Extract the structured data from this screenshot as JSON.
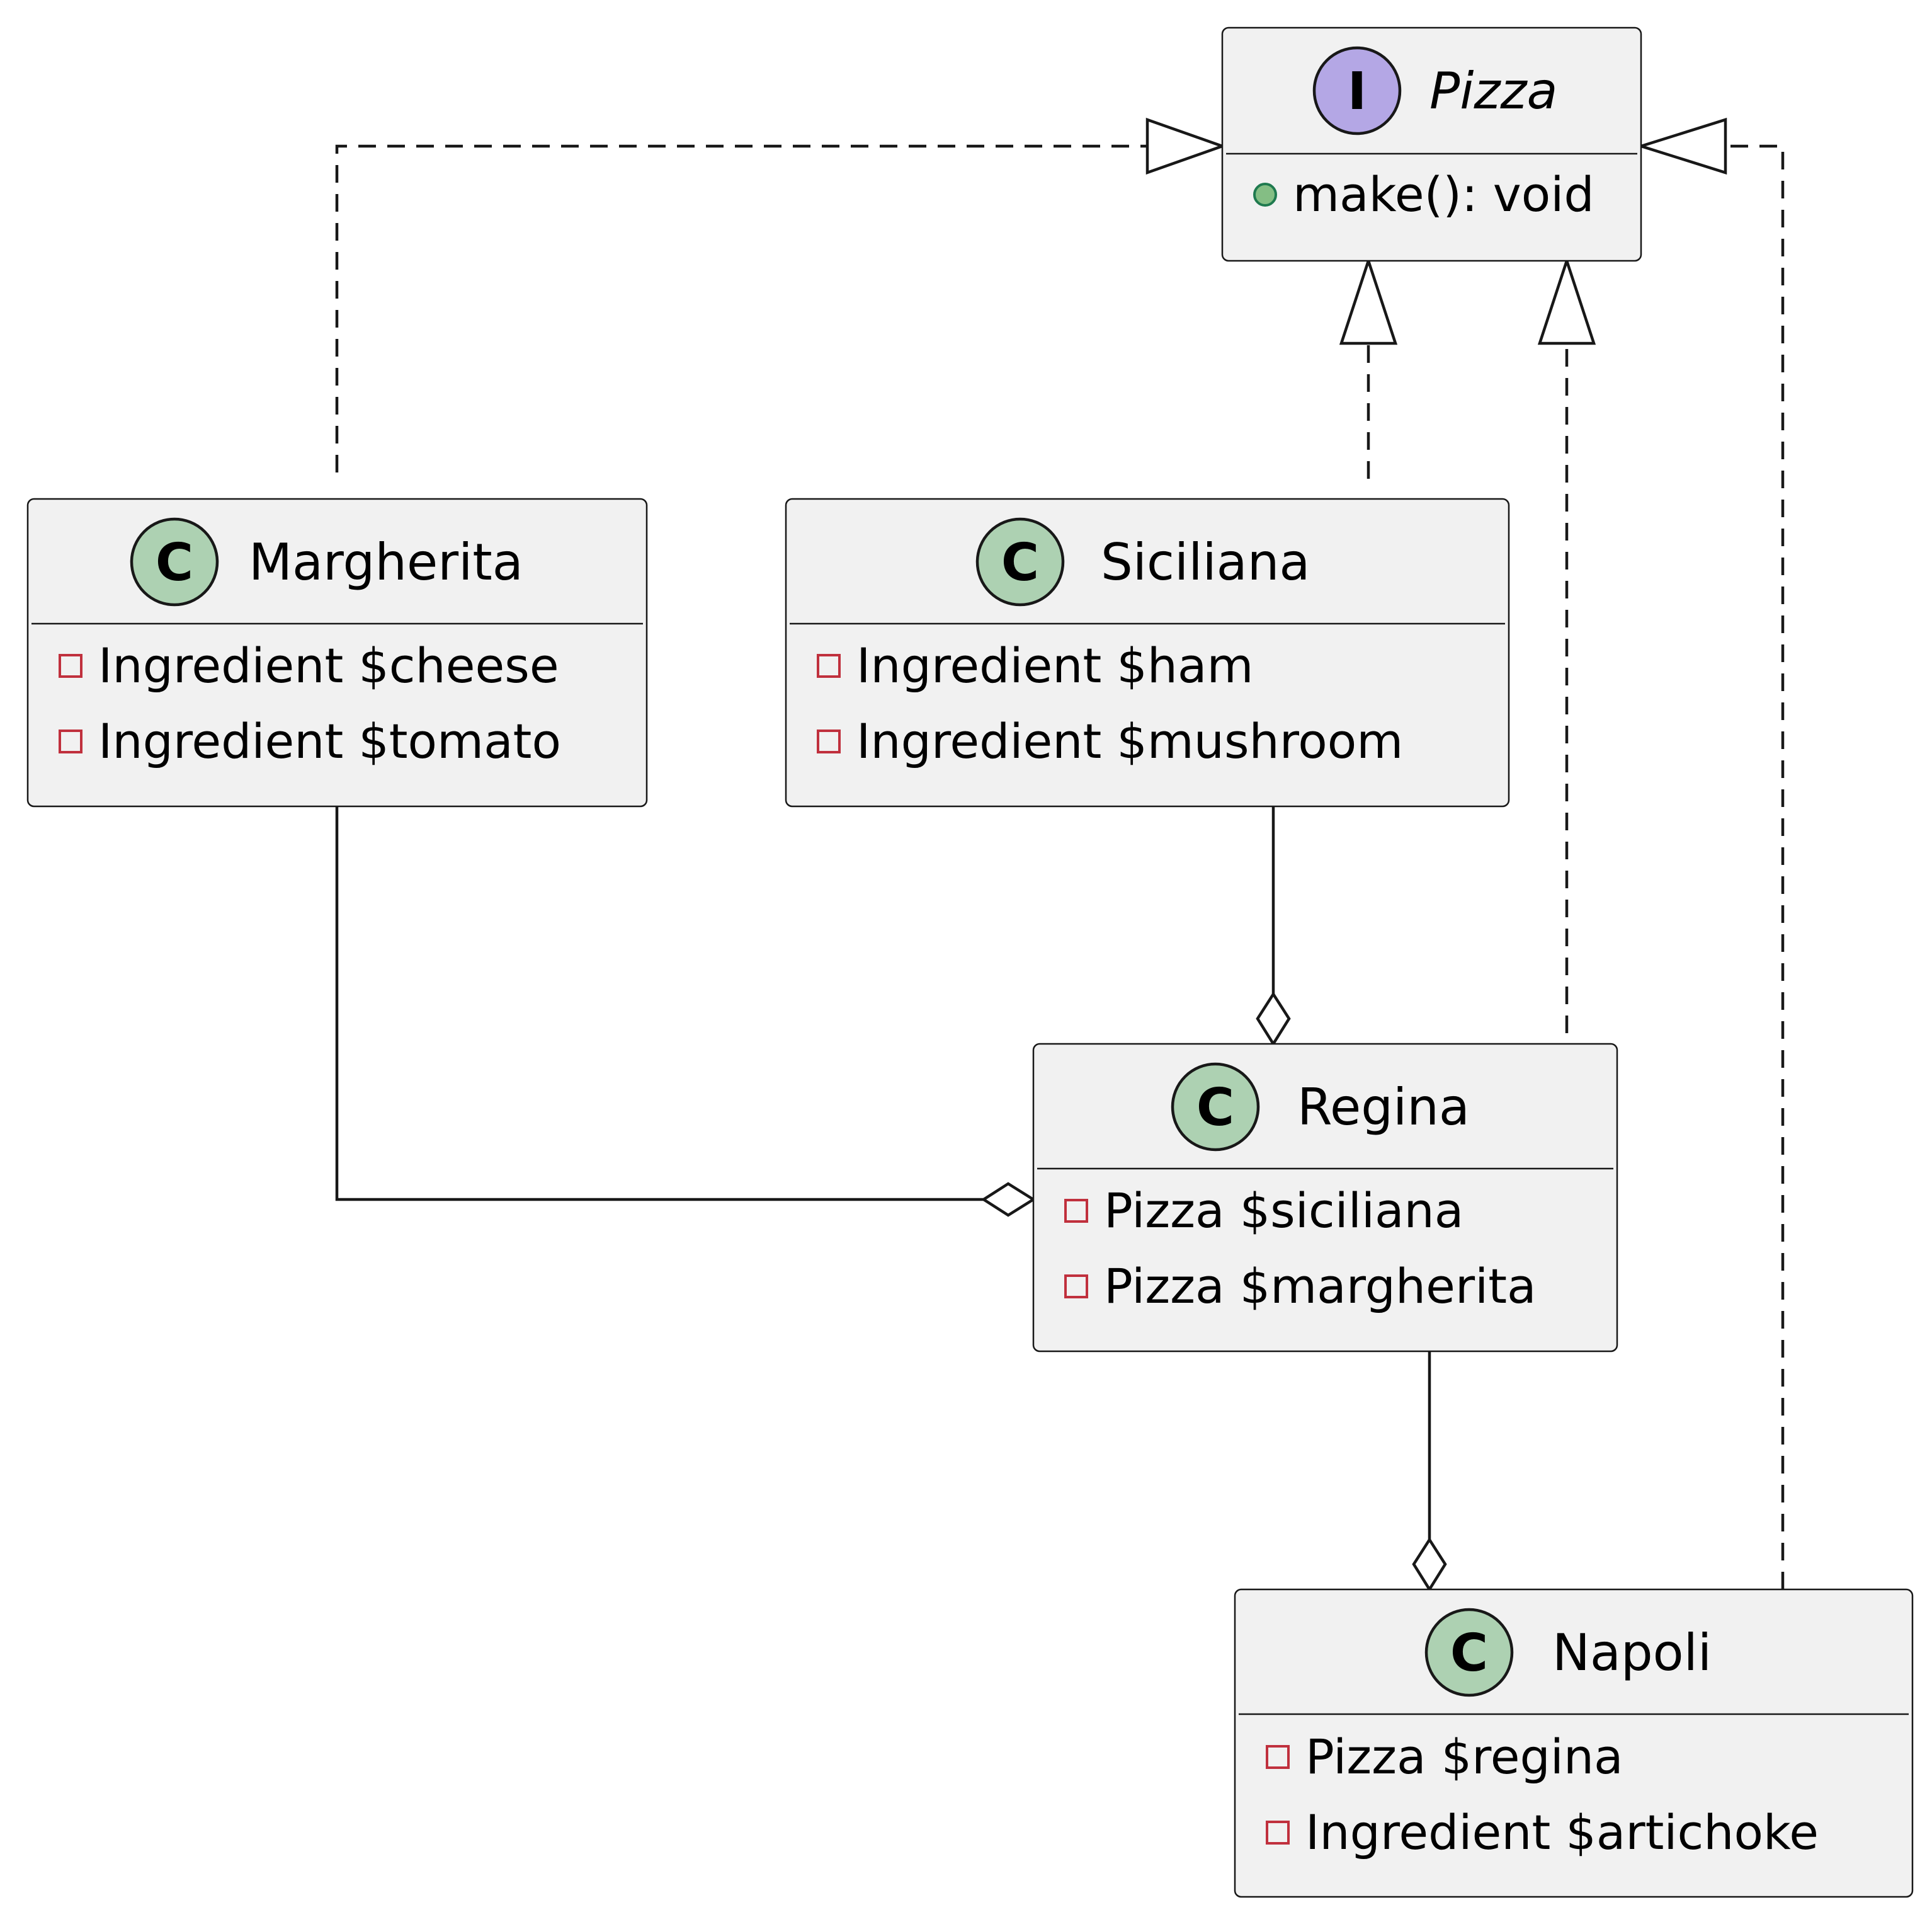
{
  "diagram": {
    "type": "uml-class-diagram",
    "colors": {
      "class_badge": "#add1b2",
      "interface_badge": "#b4a7e5",
      "box_fill": "#f1f1f1",
      "private_marker": "#c0303d",
      "public_marker": "#84be84"
    },
    "classes": [
      {
        "id": "pizza",
        "kind": "interface",
        "badge_letter": "I",
        "name": "Pizza",
        "members": [
          {
            "visibility": "public",
            "text": "make(): void"
          }
        ]
      },
      {
        "id": "margherita",
        "kind": "class",
        "badge_letter": "C",
        "name": "Margherita",
        "members": [
          {
            "visibility": "private",
            "text": "Ingredient $cheese"
          },
          {
            "visibility": "private",
            "text": "Ingredient $tomato"
          }
        ]
      },
      {
        "id": "siciliana",
        "kind": "class",
        "badge_letter": "C",
        "name": "Siciliana",
        "members": [
          {
            "visibility": "private",
            "text": "Ingredient $ham"
          },
          {
            "visibility": "private",
            "text": "Ingredient $mushroom"
          }
        ]
      },
      {
        "id": "regina",
        "kind": "class",
        "badge_letter": "C",
        "name": "Regina",
        "members": [
          {
            "visibility": "private",
            "text": "Pizza $siciliana"
          },
          {
            "visibility": "private",
            "text": "Pizza $margherita"
          }
        ]
      },
      {
        "id": "napoli",
        "kind": "class",
        "badge_letter": "C",
        "name": "Napoli",
        "members": [
          {
            "visibility": "private",
            "text": "Pizza $regina"
          },
          {
            "visibility": "private",
            "text": "Ingredient $artichoke"
          }
        ]
      }
    ],
    "relationships": [
      {
        "type": "realization",
        "from": "margherita",
        "to": "pizza"
      },
      {
        "type": "realization",
        "from": "siciliana",
        "to": "pizza"
      },
      {
        "type": "realization",
        "from": "regina",
        "to": "pizza"
      },
      {
        "type": "realization",
        "from": "napoli",
        "to": "pizza"
      },
      {
        "type": "aggregation",
        "from": "siciliana",
        "to": "regina"
      },
      {
        "type": "aggregation",
        "from": "margherita",
        "to": "regina"
      },
      {
        "type": "aggregation",
        "from": "regina",
        "to": "napoli"
      }
    ]
  }
}
